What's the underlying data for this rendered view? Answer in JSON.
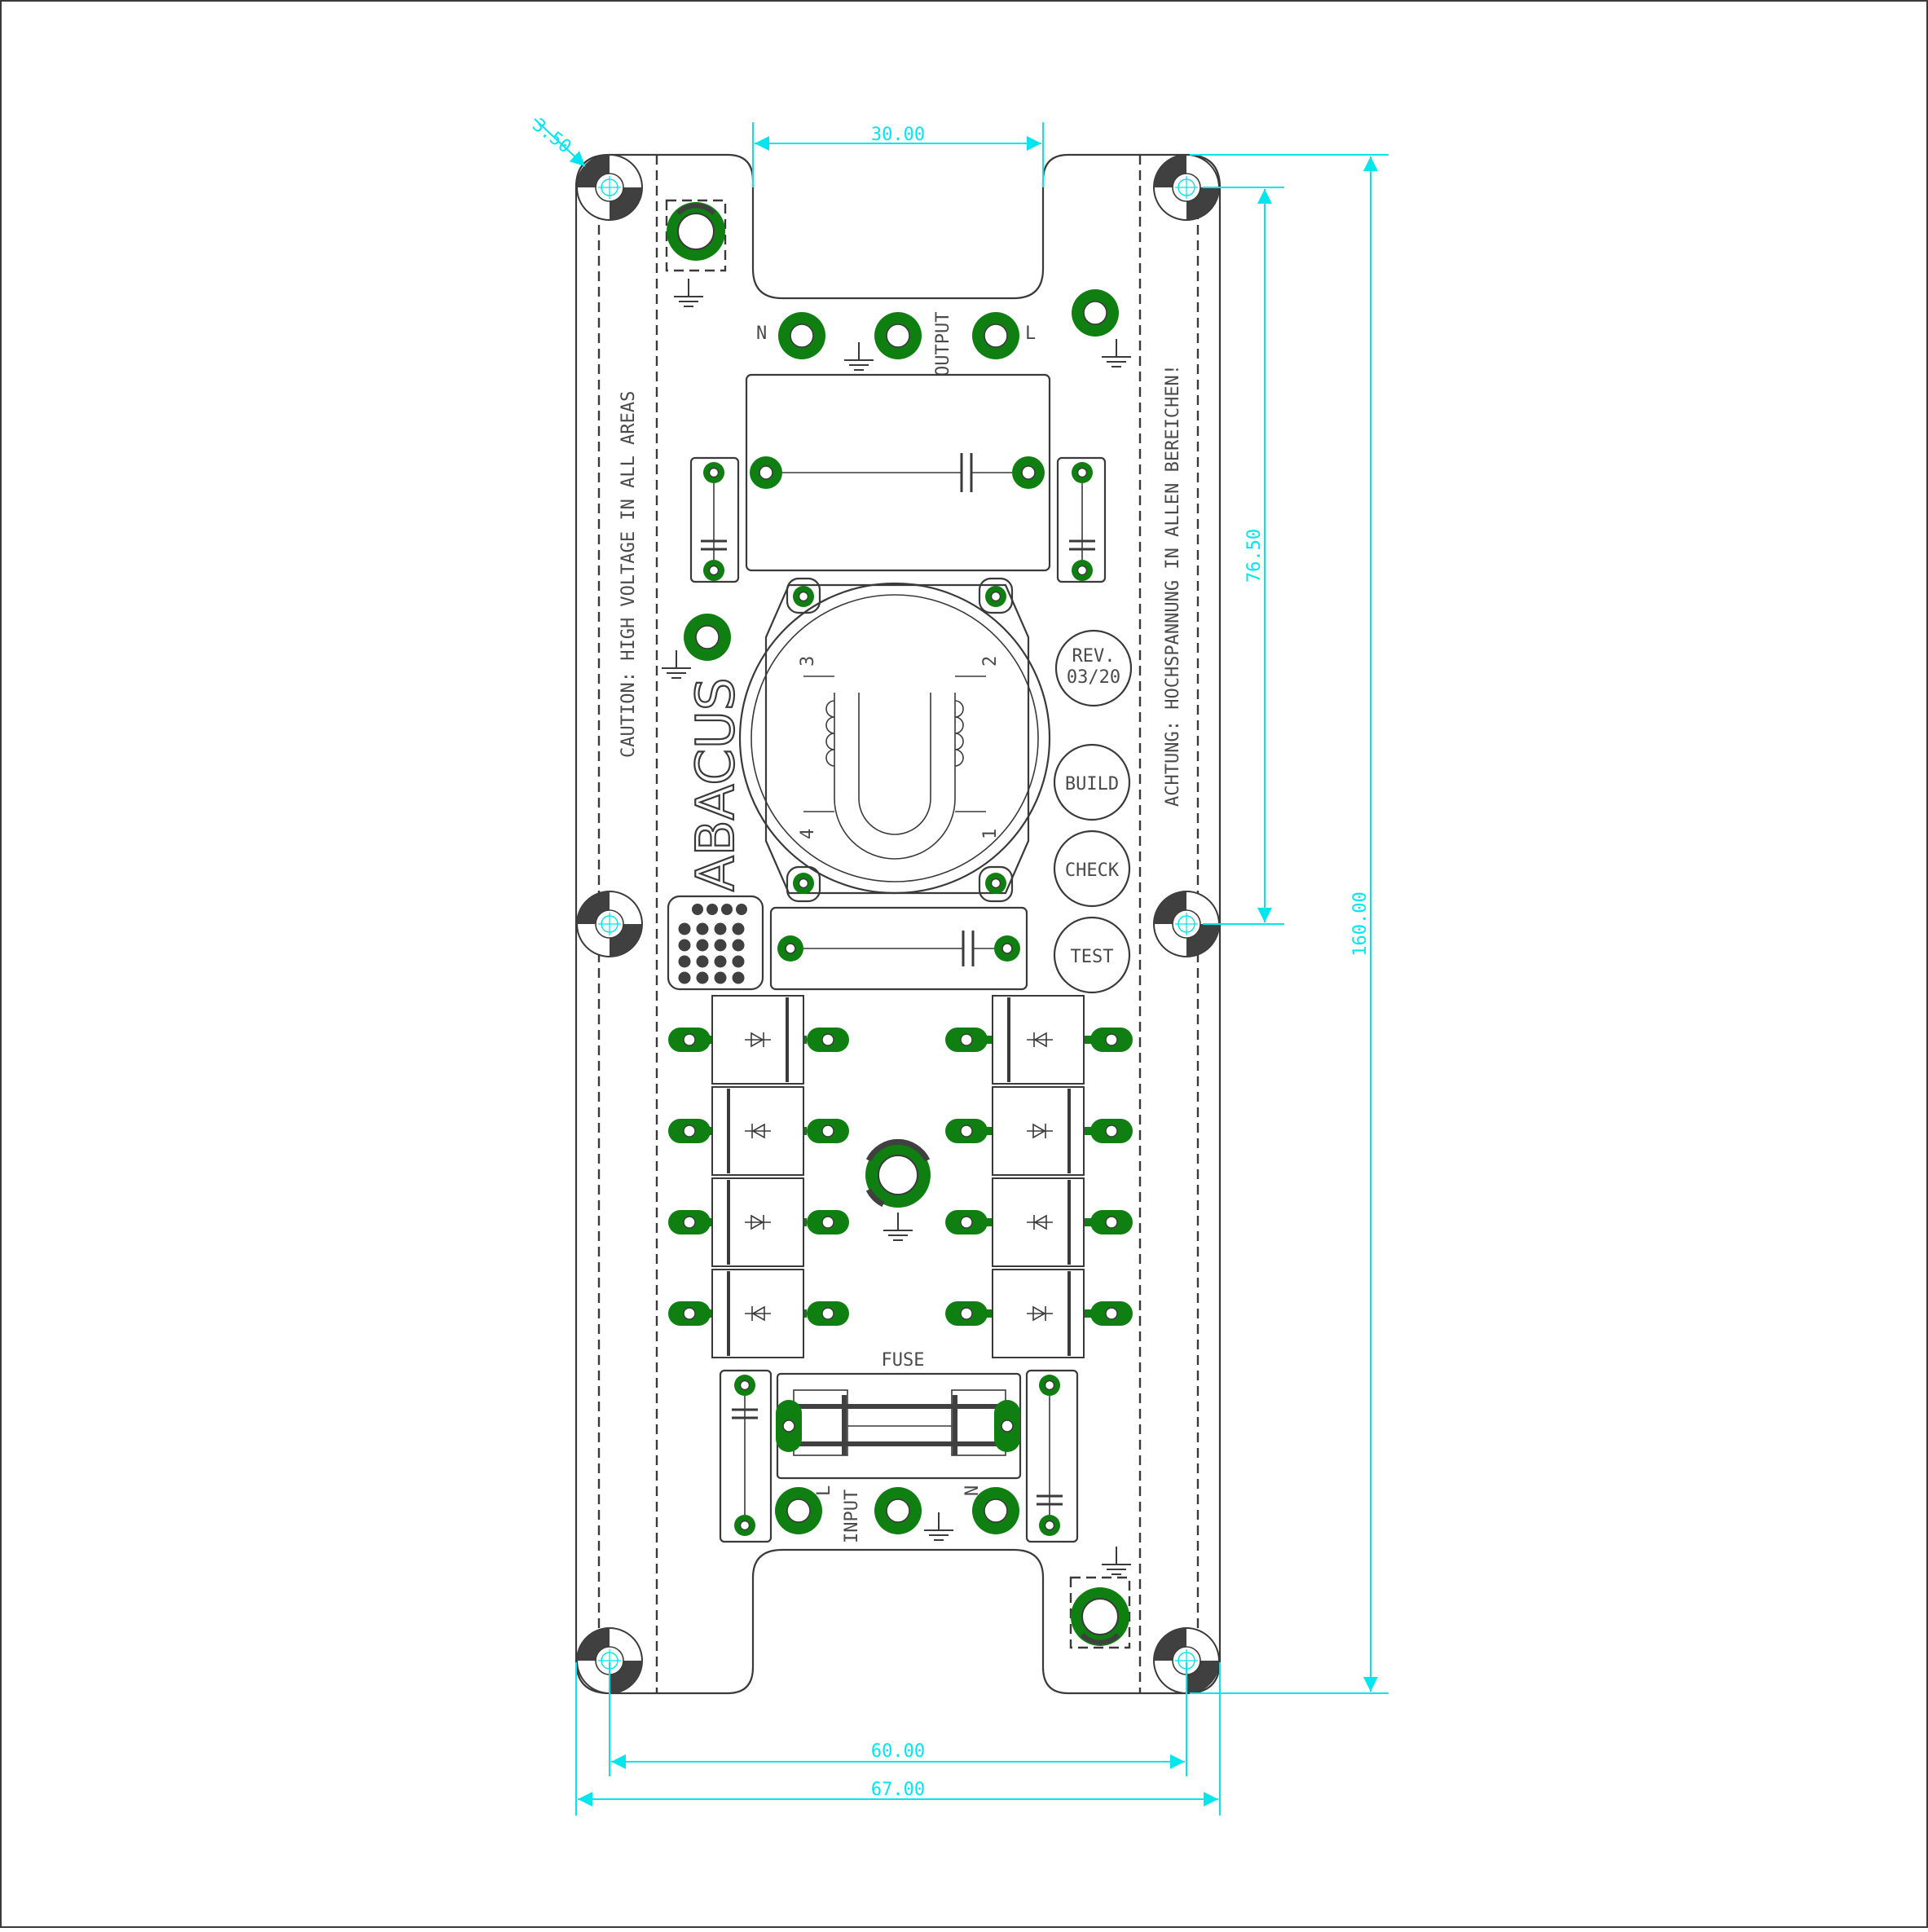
{
  "colors": {
    "copper": "#0f7f12",
    "silkscreen": "#4a4a4a",
    "dimension": "#00e5ee",
    "background": "#ffffff"
  },
  "dimensions": {
    "corner_radius": "3.50",
    "slot_width": "30.00",
    "mount_spacing_half": "76.50",
    "board_height": "160.00",
    "mount_spacing_width": "60.00",
    "board_width": "67.00"
  },
  "labels": {
    "caution_en": "CAUTION: HIGH VOLTAGE IN ALL AREAS",
    "caution_de": "ACHTUNG: HOCHSPANNUNG IN ALLEN BEREICHEN!",
    "brand": "ABACUS",
    "output": "OUTPUT",
    "input": "INPUT",
    "fuse": "FUSE",
    "out_n": "N",
    "out_l": "L",
    "in_l": "L",
    "in_n": "N",
    "coil_pins": [
      "3",
      "2",
      "4",
      "1"
    ],
    "rev_line1": "REV.",
    "rev_line2": "03/20",
    "build": "BUILD",
    "check": "CHECK",
    "test": "TEST"
  },
  "icons": [
    "ground-icon",
    "diode-icon",
    "capacitor-icon",
    "inductor-icon",
    "fuse-icon",
    "mounting-hole-icon",
    "logo-grid-icon"
  ]
}
